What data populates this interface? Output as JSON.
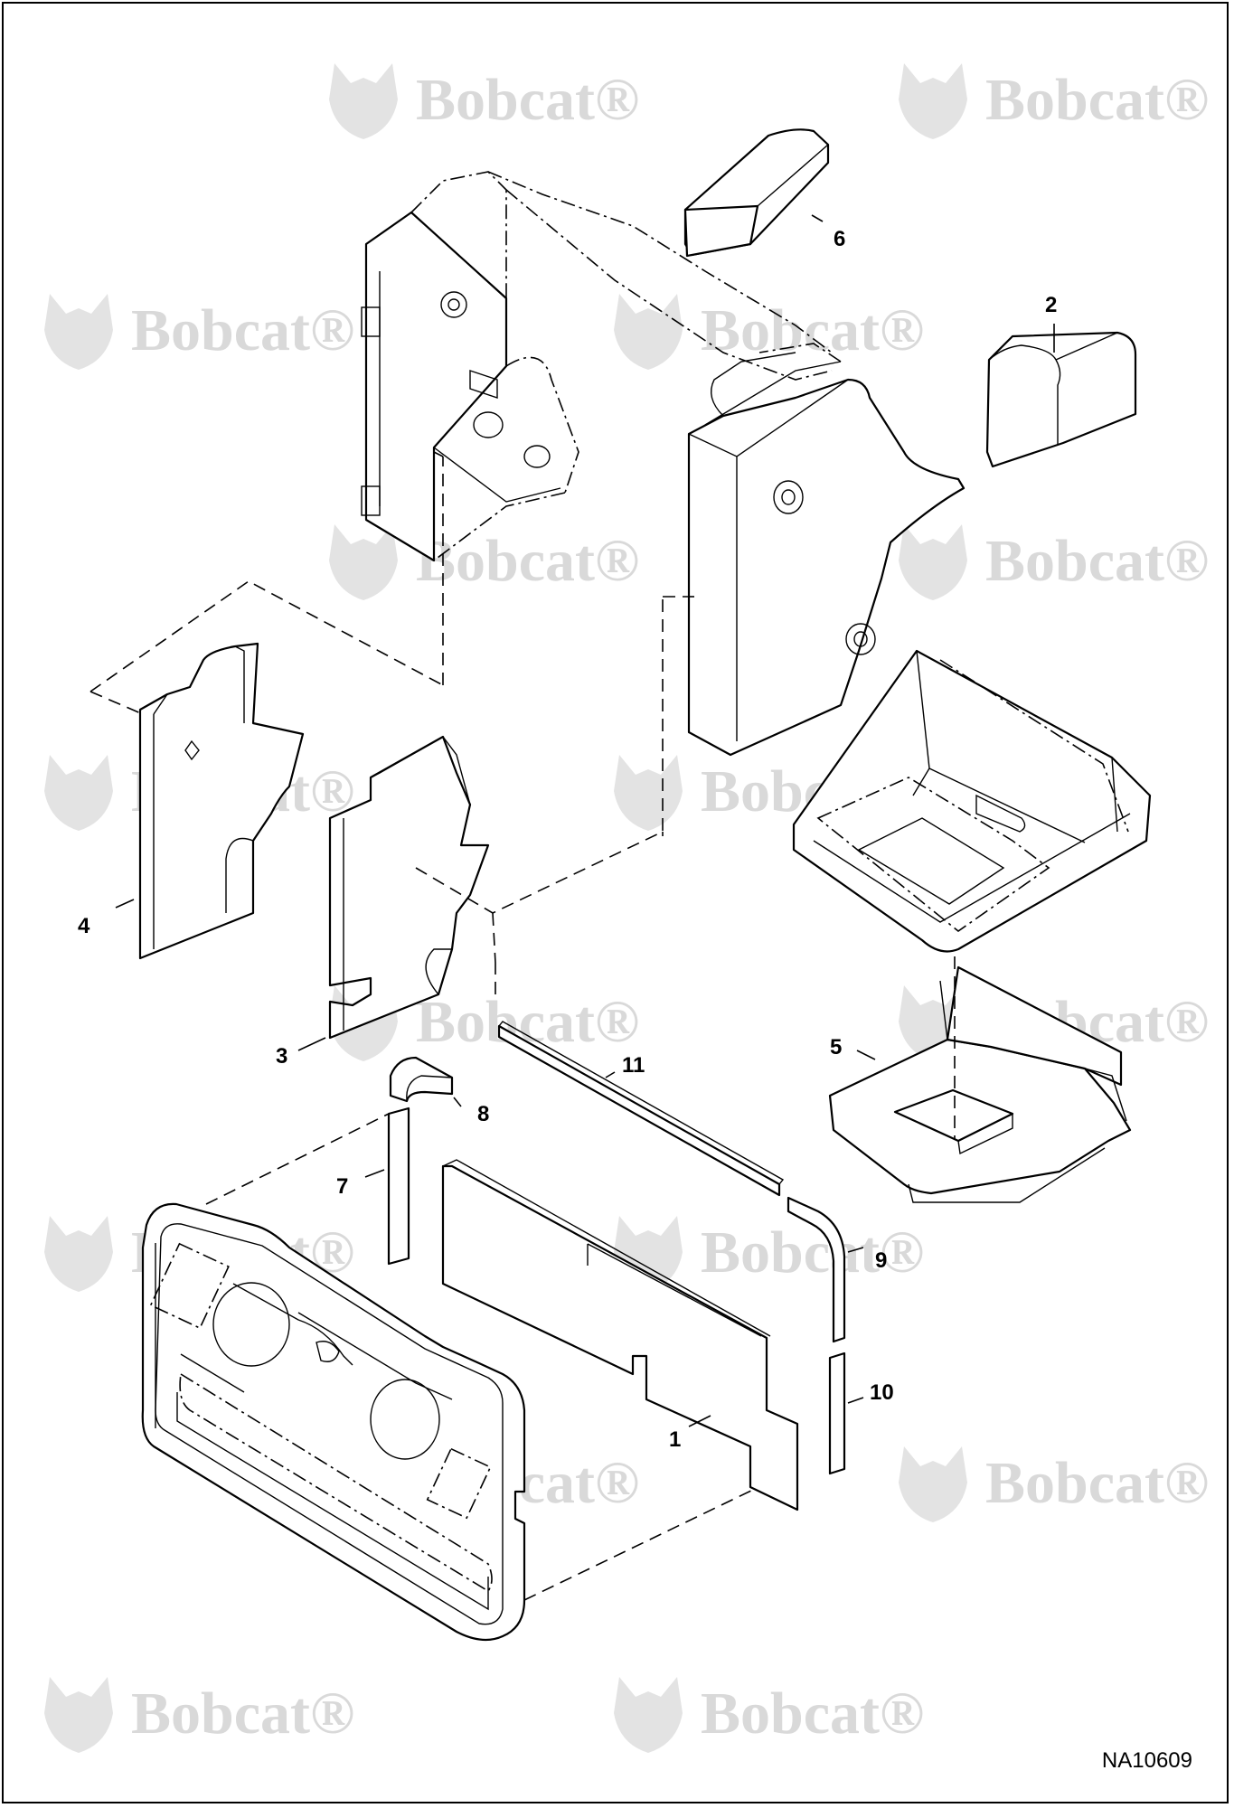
{
  "watermark": {
    "brand": "Bobcat",
    "mark": "®"
  },
  "callouts": [
    {
      "id": "1",
      "label": "1"
    },
    {
      "id": "2",
      "label": "2"
    },
    {
      "id": "3",
      "label": "3"
    },
    {
      "id": "4",
      "label": "4"
    },
    {
      "id": "5",
      "label": "5"
    },
    {
      "id": "6",
      "label": "6"
    },
    {
      "id": "7",
      "label": "7"
    },
    {
      "id": "8",
      "label": "8"
    },
    {
      "id": "9",
      "label": "9"
    },
    {
      "id": "10",
      "label": "10"
    },
    {
      "id": "11",
      "label": "11"
    }
  ],
  "drawing_number": "NA10609"
}
